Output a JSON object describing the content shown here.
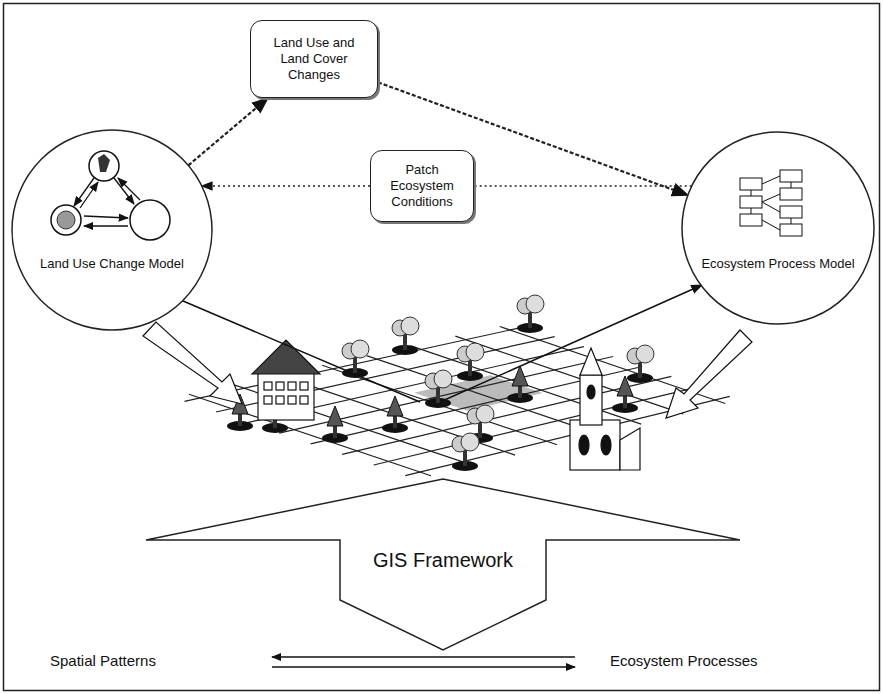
{
  "diagram": {
    "nodes": [
      {
        "text": [
          "Land Use and Land Cover Changes"
        ]
      },
      {
        "text": [
          "Land Use Change Model"
        ]
      },
      {
        "text": [
          "Patch Ecosystem Conditions"
        ]
      },
      {
        "text": [
          "Ecosystem Process Model"
        ]
      },
      {
        "text": [
          "GIS Framework"
        ]
      }
    ],
    "edges": [
      {
        "from": 1,
        "to": 0,
        "arrow": "to"
      },
      {
        "from": 0,
        "to": 3,
        "arrow": "to"
      },
      {
        "from": 3,
        "to": 2,
        "arrow": "none"
      },
      {
        "from": 2,
        "to": 1,
        "arrow": "to"
      }
    ],
    "labels": [
      "Spatial Patterns",
      "Ecosystem Processes"
    ]
  }
}
